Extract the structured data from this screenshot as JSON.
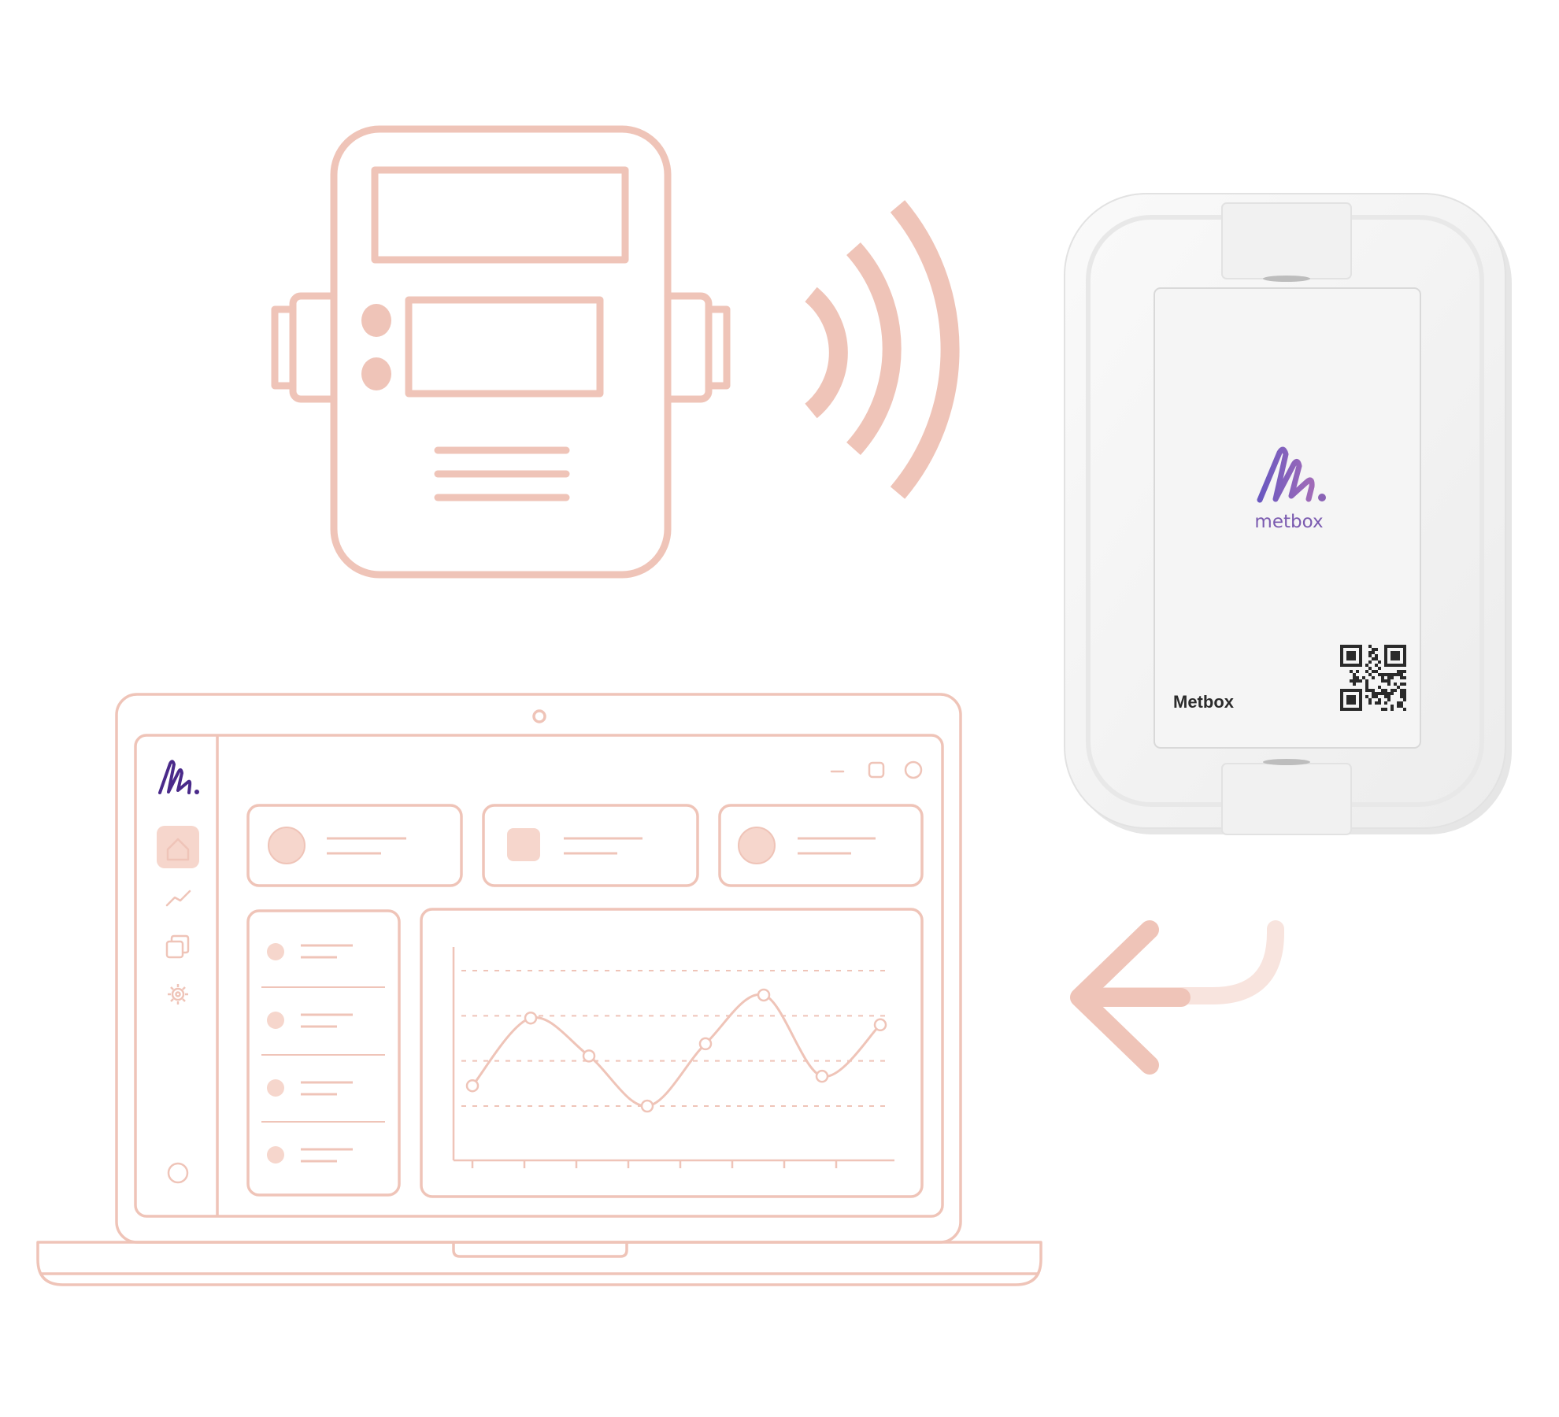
{
  "device": {
    "brand_wordmark": "metbox",
    "product_label": "Metbox",
    "logo_icon": "metbox-m-logo-icon",
    "qr_icon": "qr-code-icon"
  },
  "meter": {
    "icon": "utility-meter-icon",
    "signal_icon": "wireless-signal-icon"
  },
  "flow": {
    "arrow_icon": "return-arrow-icon"
  },
  "laptop": {
    "sidebar_icons": [
      "metbox-m-logo-icon",
      "home-icon",
      "trend-chart-icon",
      "copy-icon",
      "gear-icon",
      "circle-icon"
    ],
    "window_controls": [
      "minimize-icon",
      "maximize-icon",
      "close-icon"
    ],
    "chart_data": {
      "type": "line",
      "x": [
        0,
        1,
        2,
        3,
        4,
        5,
        6,
        7,
        8
      ],
      "values": [
        0.15,
        0.65,
        0.37,
        0.0,
        0.46,
        0.82,
        0.22,
        0.6
      ],
      "grid": true,
      "title": "",
      "xlabel": "",
      "ylabel": ""
    }
  },
  "colors": {
    "line_art": "#efc4b8",
    "line_art_light": "#f8e4de",
    "fill_soft": "#f6d6cc",
    "logo_dark": "#4a2a8a",
    "logo_purple": "#7b5bb0",
    "device_body": "#f4f4f4",
    "device_label": "#2b2b2b"
  }
}
